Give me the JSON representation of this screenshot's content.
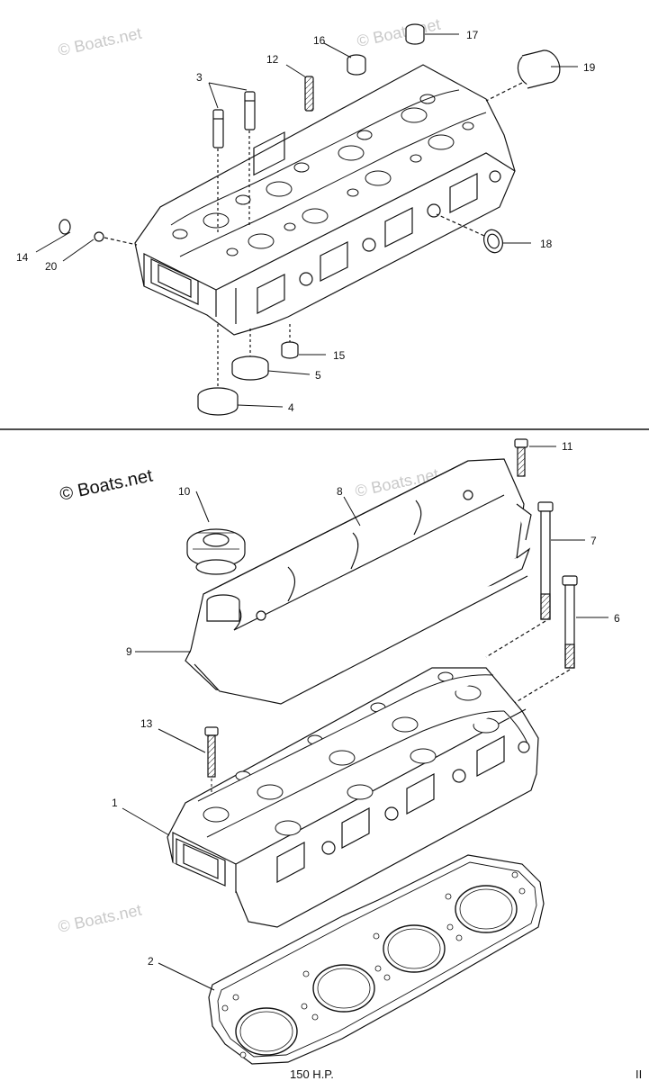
{
  "callouts": [
    {
      "id": "c1",
      "text": "1"
    },
    {
      "id": "c2",
      "text": "2"
    },
    {
      "id": "c3",
      "text": "3"
    },
    {
      "id": "c4",
      "text": "4"
    },
    {
      "id": "c5",
      "text": "5"
    },
    {
      "id": "c6",
      "text": "6"
    },
    {
      "id": "c7",
      "text": "7"
    },
    {
      "id": "c8",
      "text": "8"
    },
    {
      "id": "c9",
      "text": "9"
    },
    {
      "id": "c10",
      "text": "10"
    },
    {
      "id": "c11",
      "text": "11"
    },
    {
      "id": "c12",
      "text": "12"
    },
    {
      "id": "c13",
      "text": "13"
    },
    {
      "id": "c14",
      "text": "14"
    },
    {
      "id": "c15",
      "text": "15"
    },
    {
      "id": "c16",
      "text": "16"
    },
    {
      "id": "c17",
      "text": "17"
    },
    {
      "id": "c18",
      "text": "18"
    },
    {
      "id": "c19",
      "text": "19"
    },
    {
      "id": "c20",
      "text": "20"
    }
  ],
  "watermark": "© Boats.net",
  "footer": {
    "label": "150 H.P.",
    "page": "II"
  }
}
